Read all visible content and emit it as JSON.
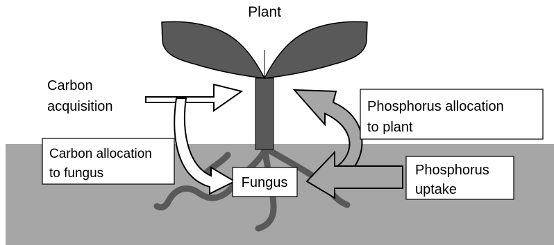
{
  "labels": {
    "plant": "Plant",
    "carbon_acquisition": [
      "Carbon",
      "acquisition"
    ],
    "carbon_allocation": [
      "Carbon allocation",
      "to fungus"
    ],
    "phosphorus_allocation": [
      "Phosphorus allocation",
      "to plant"
    ],
    "phosphorus_uptake": [
      "Phosphorus",
      "uptake"
    ],
    "fungus": "Fungus"
  },
  "colors": {
    "soil": "#a6a6a6",
    "plant": "#595959",
    "fungus": "#595959",
    "carbon_arrow": "#ffffff",
    "phosphorus_arrow": "#a6a6a6",
    "outline": "#000000"
  }
}
